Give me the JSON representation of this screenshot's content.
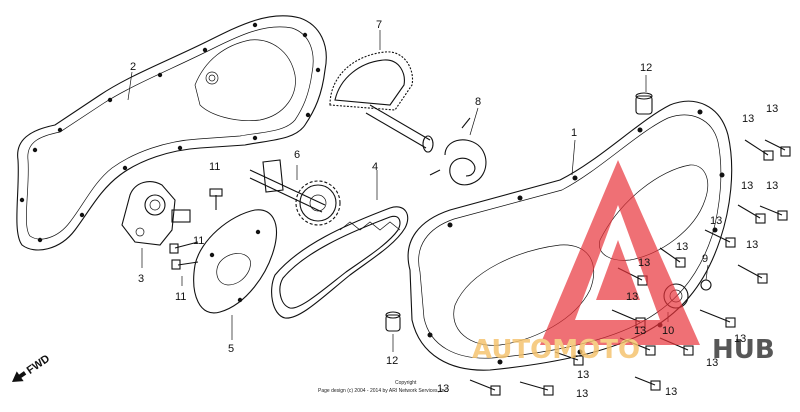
{
  "callouts": {
    "c1": "1",
    "c2": "2",
    "c3": "3",
    "c4": "4",
    "c5": "5",
    "c6": "6",
    "c7": "7",
    "c8": "8",
    "c9": "9",
    "c10": "10",
    "c11a": "11",
    "c11b": "11",
    "c11c": "11",
    "c12a": "12",
    "c12b": "12",
    "c13_list": [
      "13",
      "13",
      "13",
      "13",
      "13",
      "13",
      "13",
      "13",
      "13",
      "13",
      "13",
      "13",
      "13",
      "13",
      "13",
      "13"
    ]
  },
  "fwd_label": "FWD",
  "copyright": {
    "line1": "Copyright",
    "line2": "Page design (c) 2004 - 2014 by ARI Network Services, Inc."
  },
  "watermark": {
    "brand_part1": "AUTOMOTO",
    "brand_part2": "HUB",
    "color_red": "#e8333a",
    "color_yellow": "#f5c26b"
  }
}
